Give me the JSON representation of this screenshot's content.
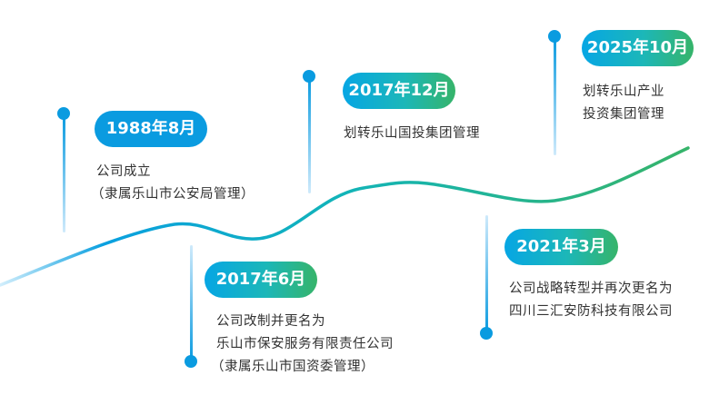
{
  "colors": {
    "dot": "#0a9be0",
    "curve_start": "#bfe6fb",
    "curve_mid": "#12b0c8",
    "curve_end": "#36b46a"
  },
  "events": [
    {
      "date": "1988年8月",
      "lines": [
        "公司成立",
        "（隶属乐山市公安局管理）"
      ]
    },
    {
      "date": "2017年6月",
      "lines": [
        "公司改制并更名为",
        "乐山市保安服务有限责任公司",
        "（隶属乐山市国资委管理）"
      ]
    },
    {
      "date": "2017年12月",
      "lines": [
        "划转乐山国投集团管理"
      ]
    },
    {
      "date": "2021年3月",
      "lines": [
        "公司战略转型并再次更名为",
        "四川三汇安防科技有限公司"
      ]
    },
    {
      "date": "2025年10月",
      "lines": [
        "划转乐山产业",
        "投资集团管理"
      ]
    }
  ]
}
